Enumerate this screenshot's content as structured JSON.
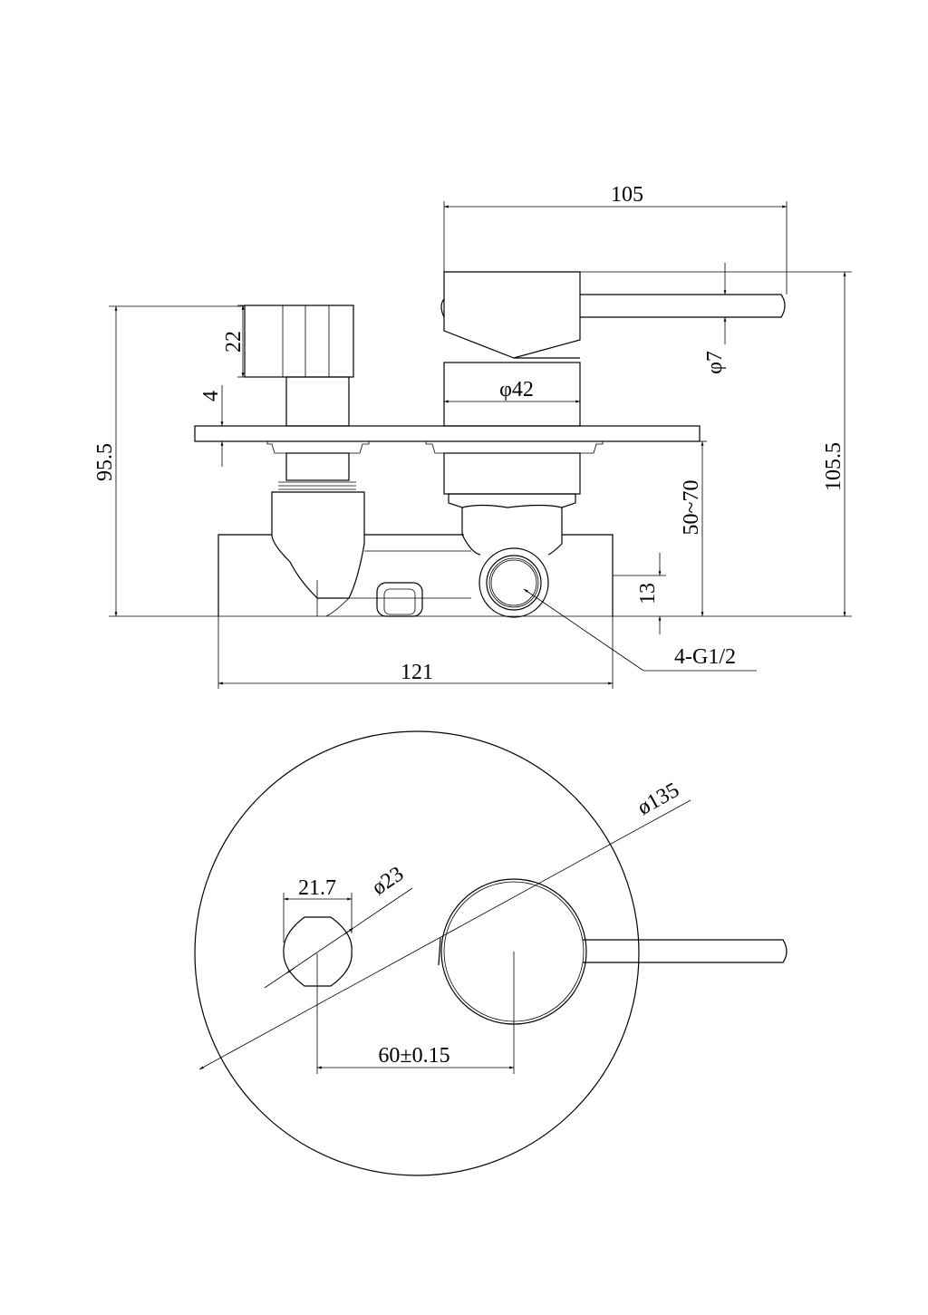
{
  "side_view": {
    "dims": {
      "lever_length": "105",
      "body_diameter": "φ42",
      "knob_height": "22",
      "plate_thickness": "4",
      "total_height_left": "95.5",
      "total_height_right": "105.5",
      "lever_diameter": "φ7",
      "install_depth": "50~70",
      "inlet_height": "13",
      "body_width": "121",
      "connections": "4-G1/2"
    }
  },
  "front_view": {
    "dims": {
      "plate_diameter": "ø135",
      "diverter_flat": "21.7",
      "diverter_diameter": "ø23",
      "center_distance": "60±0.15"
    }
  },
  "colors": {
    "line": "#000000",
    "background": "#ffffff"
  }
}
